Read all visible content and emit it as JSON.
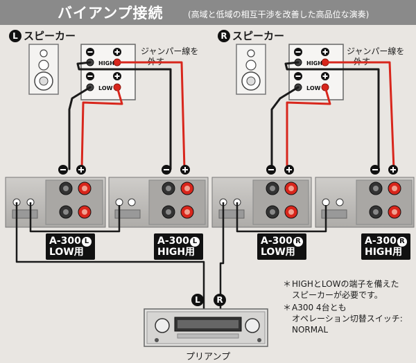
{
  "title": {
    "main": "バイアンプ接続",
    "sub": "(高域と低域の相互干渉を改善した高品位な演奏)"
  },
  "speakers": {
    "left": {
      "badge": "L",
      "label": "スピーカー"
    },
    "right": {
      "badge": "R",
      "label": "スピーカー"
    }
  },
  "terminal_box": {
    "high": "HIGH",
    "low": "LOW"
  },
  "jumper_note": {
    "line1": "ジャンパー線を",
    "line2": "外す"
  },
  "amps": [
    {
      "model": "A-300",
      "badge": "L",
      "use": "LOW用"
    },
    {
      "model": "A-300",
      "badge": "L",
      "use": "HIGH用"
    },
    {
      "model": "A-300",
      "badge": "R",
      "use": "LOW用"
    },
    {
      "model": "A-300",
      "badge": "R",
      "use": "HIGH用"
    }
  ],
  "channel_badges": {
    "left": "L",
    "right": "R"
  },
  "notes": {
    "star": "＊",
    "note1_line1": "HIGHとLOWの端子を備えた",
    "note1_line2": "スピーカーが必要です。",
    "note2_line1": "A300 4台とも",
    "note2_line2": "オペレーション切替スイッチ:",
    "note2_line3": "NORMAL"
  },
  "preamp": {
    "label": "プリアンプ"
  },
  "colors": {
    "title_bar": "#8a8a8a",
    "wire_red": "#d8261c",
    "wire_black": "#1a1a1a",
    "amp_panel": "#bfbdba",
    "background": "#e9e6e2"
  }
}
